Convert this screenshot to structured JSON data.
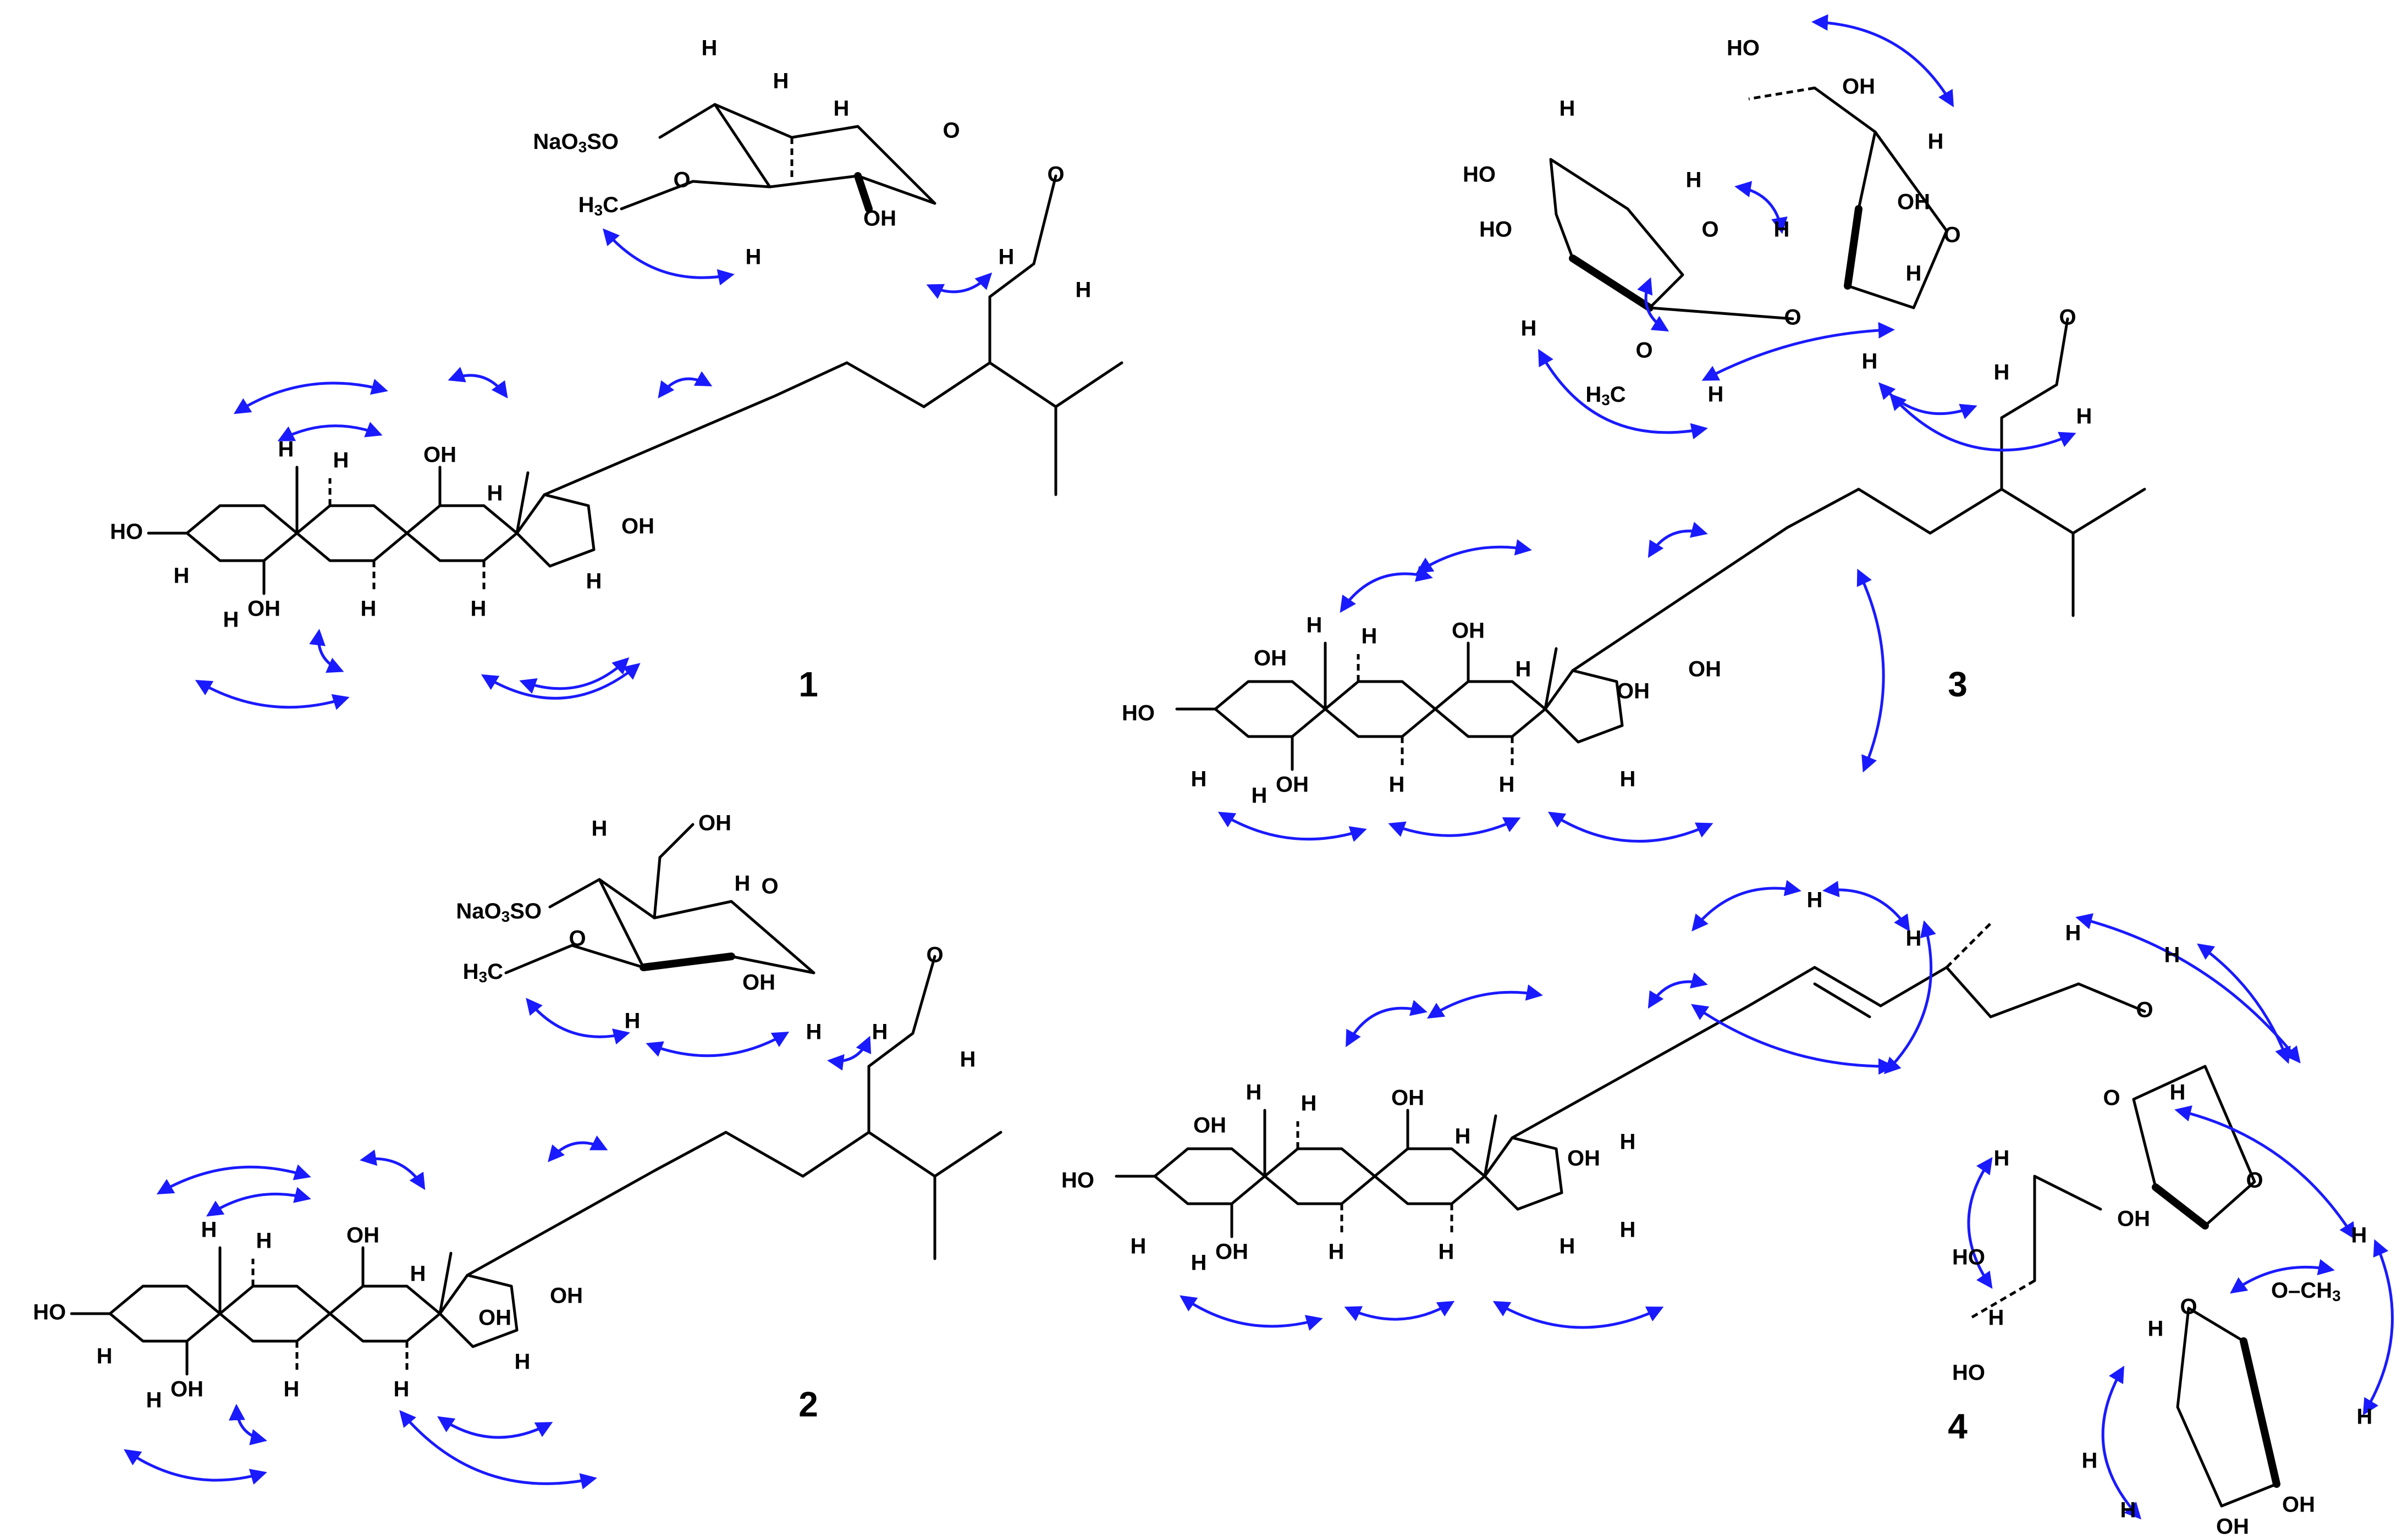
{
  "compound_labels": [
    "1",
    "2",
    "3",
    "4"
  ],
  "atom_labels": {
    "hydrogen": "H",
    "hydroxyl": "OH",
    "hydroxyl_left": "HO",
    "ring_oxygen": "O",
    "sulfate_prefix": "NaO",
    "sulfate_sub": "3",
    "sulfate_suffix": "SO",
    "methyl_prefix": "H",
    "methyl_sub": "3",
    "methyl_suffix": "C",
    "methoxy_right_prefix": "O–CH",
    "methoxy_right_sub": "3"
  },
  "colors": {
    "bonds": "#000000",
    "noe_arrows": "#1a1aff",
    "background": "#ffffff"
  },
  "icons": {
    "noe_correlation": "double-headed-arrow-icon"
  }
}
